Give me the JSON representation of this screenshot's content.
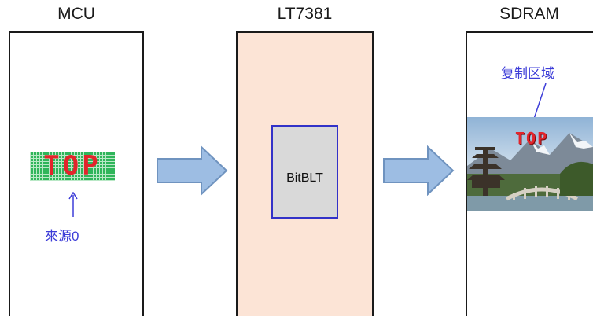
{
  "panels": {
    "mcu": {
      "title": "MCU",
      "source_label": "來源0",
      "pixel_text": "TOP"
    },
    "lt7381": {
      "title": "LT7381",
      "block_label": "BitBLT"
    },
    "sdram": {
      "title": "SDRAM",
      "copy_region_label": "复制区域",
      "pixel_text": "TOP"
    }
  },
  "colors": {
    "panel_border": "#1a1a1a",
    "lt7381_fill": "#fce4d6",
    "block_fill": "#d9d9d9",
    "block_border": "#3232c8",
    "arrow_fill": "#9dbde3",
    "arrow_stroke": "#6f93bf",
    "label_blue": "#3d3dd8",
    "pixel_green": "#2fb55a",
    "pixel_red": "#e3242b"
  }
}
